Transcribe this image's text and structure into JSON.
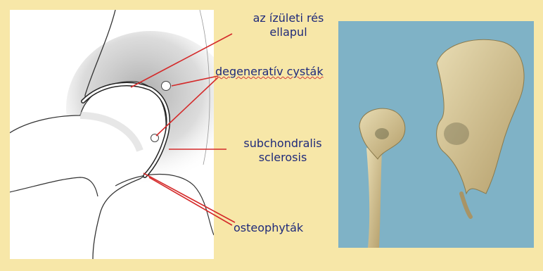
{
  "labels": {
    "joint_space": [
      "az ízületi rés",
      "ellapul"
    ],
    "cysts": "degeneratív cysták",
    "sclerosis": [
      "subchondralis",
      "sclerosis"
    ],
    "osteophytes": "osteophyták"
  },
  "colors": {
    "background": "#f7e7a8",
    "label_text": "#1f2a7a",
    "pointer_line": "#d42a2a",
    "photo_background": "#7fb2c6",
    "bone": "#d9c89a"
  }
}
